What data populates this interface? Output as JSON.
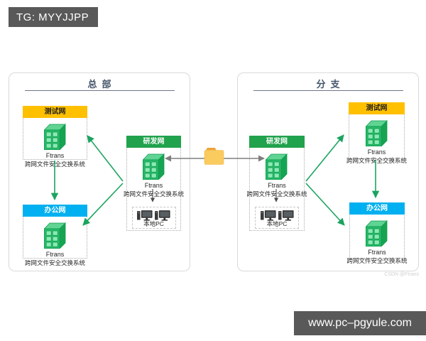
{
  "top_banner": {
    "text": "TG: MYYJJPP"
  },
  "bottom_banner": {
    "text": "www.pc–pgyule.com"
  },
  "watermark": "CSDN @Ftrans",
  "panels": [
    {
      "title": "总部"
    },
    {
      "title": "分支"
    }
  ],
  "labels": {
    "test_net": "测试网",
    "rd_net": "研发网",
    "office_net": "办公网",
    "product": "Ftrans",
    "system": "跨网文件安全交换系统",
    "local_pc": "本地PC"
  },
  "icons": {
    "server": "server-icon",
    "pc": "desktop-pc-icon",
    "folder": "folder-icon"
  },
  "colors": {
    "banner_bg": "#595959",
    "test_header": "#FFC000",
    "rd_header": "#21A24D",
    "office_header": "#00B0F0",
    "arrow_green": "#1BA45F",
    "arrow_gray": "#7F7F7F",
    "arrow_dark": "#4D4D4D",
    "title_text": "#44546A",
    "panel_border": "#D9D9D9"
  }
}
